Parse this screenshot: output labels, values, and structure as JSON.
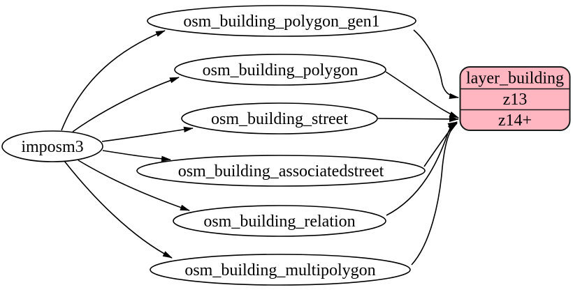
{
  "diagram": {
    "source": {
      "label": "imposm3"
    },
    "tables": [
      {
        "label": "osm_building_polygon_gen1"
      },
      {
        "label": "osm_building_polygon"
      },
      {
        "label": "osm_building_street"
      },
      {
        "label": "osm_building_associatedstreet"
      },
      {
        "label": "osm_building_relation"
      },
      {
        "label": "osm_building_multipolygon"
      }
    ],
    "layer": {
      "title": "layer_building",
      "rows": [
        {
          "label": "z13"
        },
        {
          "label": "z14+"
        }
      ]
    },
    "edges": [
      {
        "from": "imposm3",
        "to": "osm_building_polygon_gen1"
      },
      {
        "from": "imposm3",
        "to": "osm_building_polygon"
      },
      {
        "from": "imposm3",
        "to": "osm_building_street"
      },
      {
        "from": "imposm3",
        "to": "osm_building_associatedstreet"
      },
      {
        "from": "imposm3",
        "to": "osm_building_relation"
      },
      {
        "from": "imposm3",
        "to": "osm_building_multipolygon"
      },
      {
        "from": "osm_building_polygon_gen1",
        "to": "layer_building:z13"
      },
      {
        "from": "osm_building_polygon",
        "to": "layer_building:z14+"
      },
      {
        "from": "osm_building_street",
        "to": "layer_building:z14+"
      },
      {
        "from": "osm_building_associatedstreet",
        "to": "layer_building:z14+"
      },
      {
        "from": "osm_building_relation",
        "to": "layer_building:z14+"
      },
      {
        "from": "osm_building_multipolygon",
        "to": "layer_building:z14+"
      }
    ],
    "colors": {
      "layer_fill": "#ffb6c1",
      "stroke": "#000000",
      "background": "#ffffff"
    }
  }
}
